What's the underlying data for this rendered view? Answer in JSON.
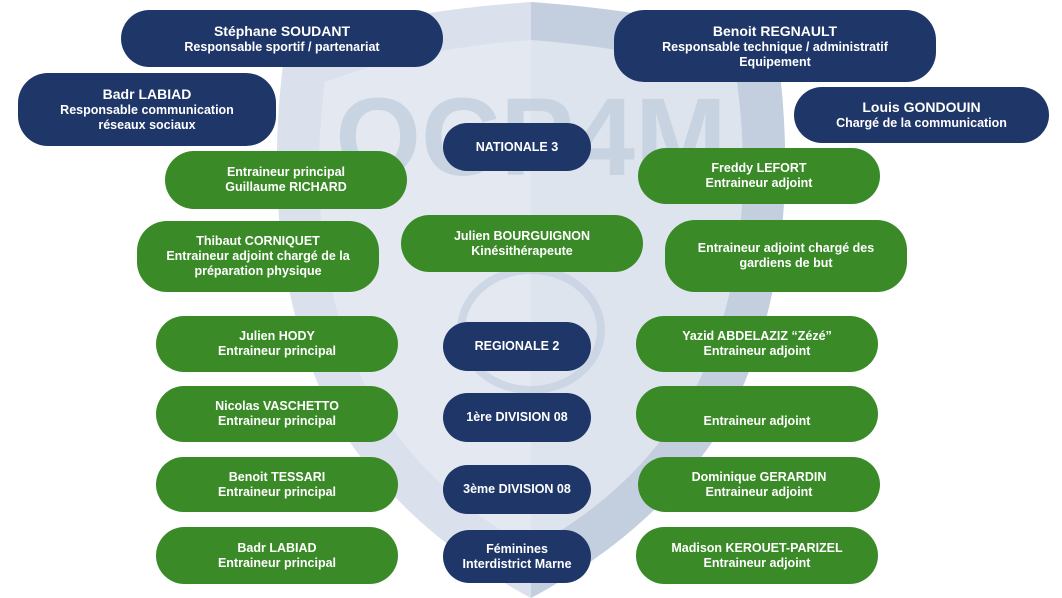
{
  "colors": {
    "navy": "#1e3668",
    "green": "#3a8a27",
    "watermark_left": "#cfd8e6",
    "watermark_right": "#b8c6d9"
  },
  "watermark": {
    "logo_text": "OCP4M",
    "emblem": "club-crest-shield"
  },
  "staff": {
    "soudant": {
      "name": "Stéphane SOUDANT",
      "role": "Responsable sportif  / partenariat"
    },
    "regnault": {
      "name": "Benoit REGNAULT",
      "role": "Responsable technique / administratif",
      "role2": "Equipement"
    },
    "labiad_com": {
      "name": "Badr LABIAD",
      "role": "Responsable communication",
      "role2": "réseaux sociaux"
    },
    "gondouin": {
      "name": "Louis GONDOUIN",
      "role": "Chargé de la communication"
    }
  },
  "categories": {
    "n3": "NATIONALE 3",
    "r2": "REGIONALE 2",
    "d1": "1ère DIVISION 08",
    "d3": "3ème DIVISION 08",
    "fem1": "Féminines",
    "fem2": "Interdistrict Marne"
  },
  "coaches": {
    "richard": {
      "l1": "Entraineur principal",
      "l2": "Guillaume RICHARD"
    },
    "lefort": {
      "l1": "Freddy LEFORT",
      "l2": "Entraineur adjoint"
    },
    "corniquet": {
      "l1": "Thibaut CORNIQUET",
      "l2": "Entraineur adjoint chargé de la",
      "l3": "préparation physique"
    },
    "bourguignon": {
      "l1": "Julien BOURGUIGNON",
      "l2": "Kinésithérapeute"
    },
    "gardiens": {
      "l1": "Entraineur adjoint chargé des",
      "l2": "gardiens de but"
    },
    "hody": {
      "l1": "Julien HODY",
      "l2": "Entraineur principal"
    },
    "abdelaziz": {
      "l1": "Yazid ABDELAZIZ “Zézé”",
      "l2": "Entraineur adjoint"
    },
    "vaschetto": {
      "l1": "Nicolas VASCHETTO",
      "l2": "Entraineur principal"
    },
    "adjoint_vacant": {
      "l1": "Entraineur adjoint"
    },
    "tessari": {
      "l1": "Benoit TESSARI",
      "l2": "Entraineur principal"
    },
    "gerardin": {
      "l1": "Dominique GERARDIN",
      "l2": "Entraineur adjoint"
    },
    "labiad": {
      "l1": "Badr LABIAD",
      "l2": "Entraineur principal"
    },
    "kerouet": {
      "l1": "Madison KEROUET-PARIZEL",
      "l2": "Entraineur adjoint"
    }
  }
}
